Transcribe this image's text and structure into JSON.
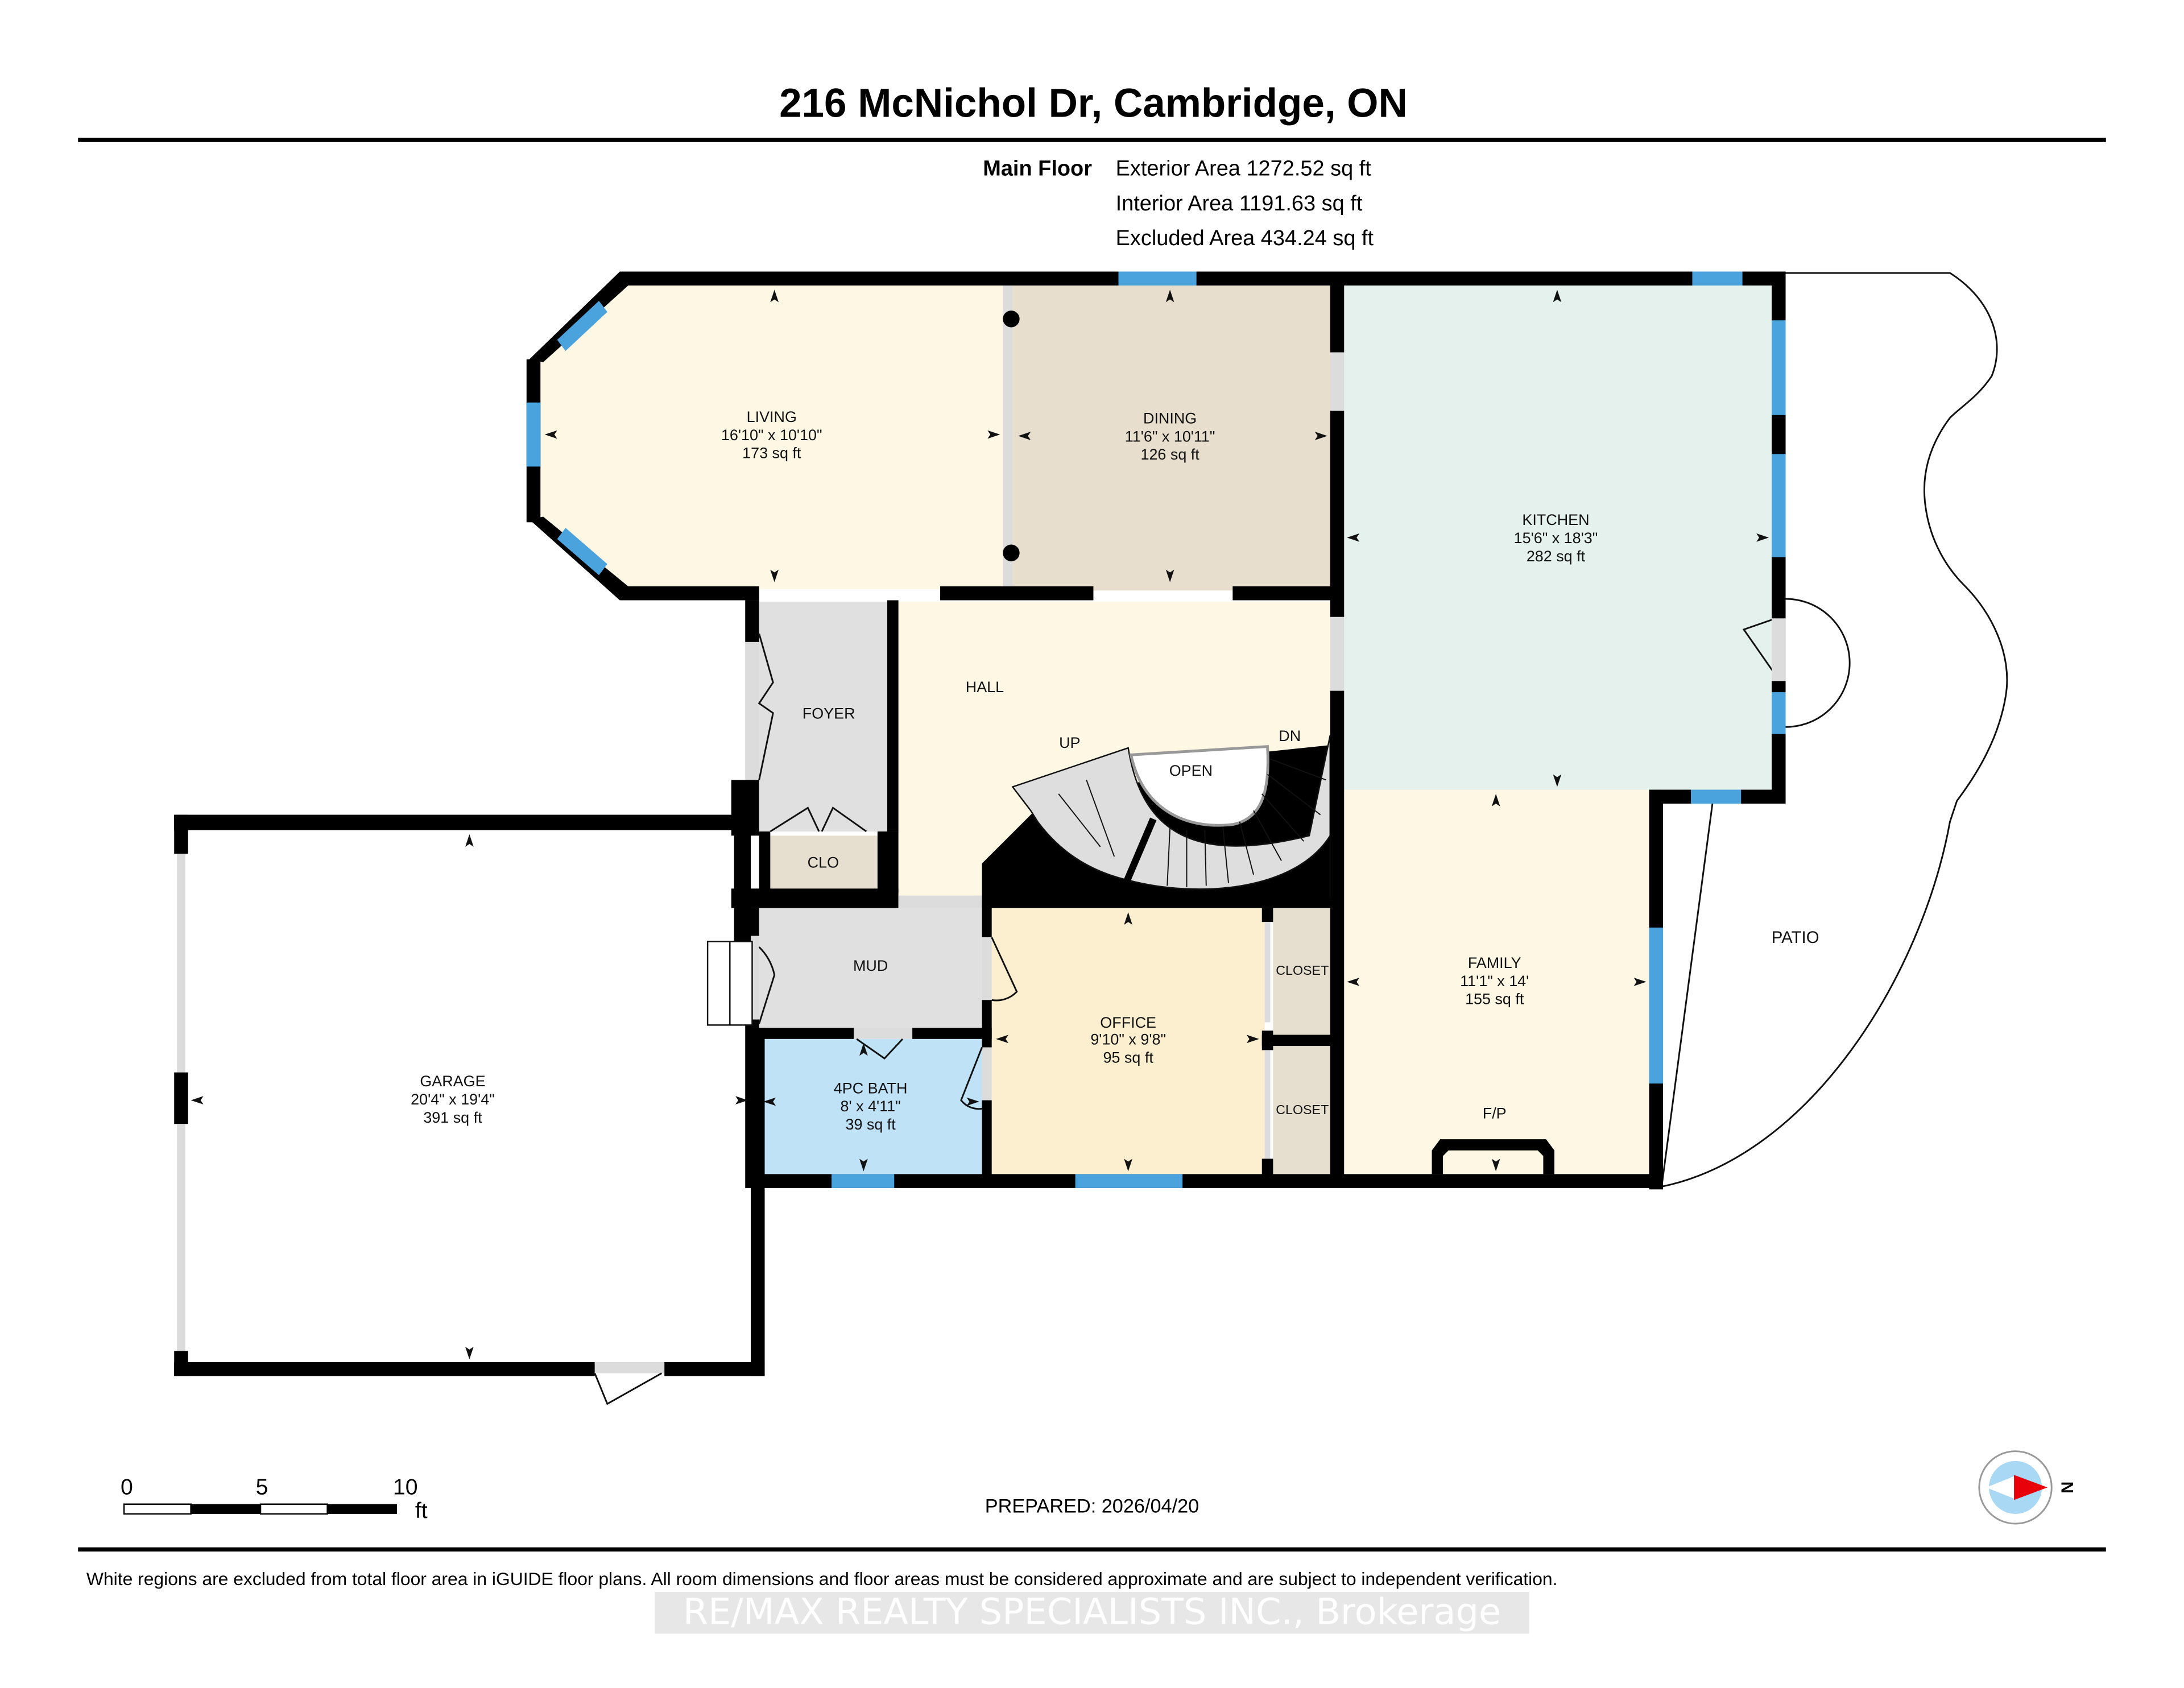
{
  "header": {
    "title": "216 McNichol Dr, Cambridge, ON",
    "floor_label": "Main Floor",
    "exterior_area": "Exterior Area 1272.52 sq ft",
    "interior_area": "Interior Area 1191.63 sq ft",
    "excluded_area": "Excluded Area 434.24 sq ft"
  },
  "colors": {
    "wall": "#000000",
    "window": "#4ba3dd",
    "living": "#fdf7e4",
    "dining": "#e8dece",
    "kitchen": "#e4f1ec",
    "hall": "#fdf7e4",
    "foyer": "#e0e0e0",
    "clo": "#e6dfcf",
    "mud": "#e0e0e0",
    "bath": "#bfe2f7",
    "office": "#fcefcf",
    "closet": "#e6dfcf",
    "family": "#fdf7e4",
    "garage": "#ffffff",
    "patio": "#ffffff"
  },
  "rooms": {
    "living": {
      "name": "LIVING",
      "dims": "16'10\" x 10'10\"",
      "area": "173 sq ft"
    },
    "dining": {
      "name": "DINING",
      "dims": "11'6\" x 10'11\"",
      "area": "126 sq ft"
    },
    "kitchen": {
      "name": "KITCHEN",
      "dims": "15'6\" x 18'3\"",
      "area": "282 sq ft"
    },
    "foyer": {
      "name": "FOYER"
    },
    "hall": {
      "name": "HALL"
    },
    "clo": {
      "name": "CLO"
    },
    "mud": {
      "name": "MUD"
    },
    "office": {
      "name": "OFFICE",
      "dims": "9'10\" x 9'8\"",
      "area": "95 sq ft"
    },
    "closet1": {
      "name": "CLOSET"
    },
    "closet2": {
      "name": "CLOSET"
    },
    "bath": {
      "name": "4PC BATH",
      "dims": "8' x 4'11\"",
      "area": "39 sq ft"
    },
    "family": {
      "name": "FAMILY",
      "dims": "11'1\" x 14'",
      "area": "155 sq ft"
    },
    "garage": {
      "name": "GARAGE",
      "dims": "20'4\" x 19'4\"",
      "area": "391 sq ft"
    },
    "patio": {
      "name": "PATIO"
    }
  },
  "stairs": {
    "up": "UP",
    "down": "DN",
    "open": "OPEN"
  },
  "fireplace": {
    "label": "F/P"
  },
  "scale_bar": {
    "t0": "0",
    "t5": "5",
    "t10": "10",
    "unit": "ft"
  },
  "prepared": "PREPARED: 2026/04/20",
  "compass": {
    "north_label": "N",
    "icon": "compass-icon"
  },
  "footer": {
    "disclaimer": "White regions are excluded from total floor area in iGUIDE floor plans. All room dimensions and floor areas must be considered approximate and are subject to independent verification.",
    "watermark": "RE/MAX REALTY SPECIALISTS INC., Brokerage"
  }
}
